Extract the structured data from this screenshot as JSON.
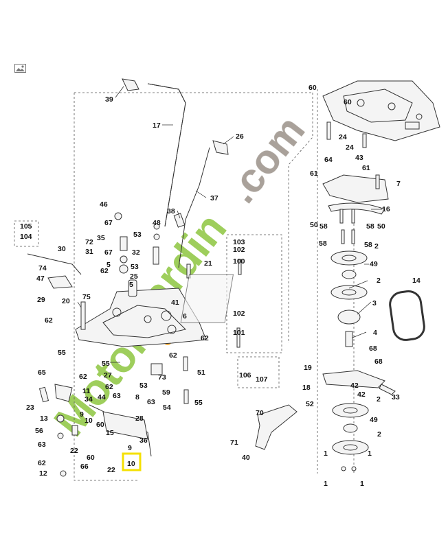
{
  "image_icon": "image-placeholder-icon",
  "watermark": {
    "brand": "Motorjardin",
    "tld": ".com",
    "colors": {
      "green": "#8dc63f",
      "orange": "#f5a623",
      "gray": "#9a9188"
    }
  },
  "highlight_color": "#f5e000",
  "highlighted_part": "10",
  "labels": [
    "60",
    "60",
    "39",
    "17",
    "26",
    "24",
    "24",
    "43",
    "64",
    "61",
    "61",
    "7",
    "16",
    "37",
    "38",
    "46",
    "67",
    "48",
    "35",
    "53",
    "32",
    "67",
    "5",
    "53",
    "25",
    "62",
    "5",
    "105",
    "104",
    "30",
    "72",
    "31",
    "74",
    "47",
    "29",
    "21",
    "103",
    "102",
    "100",
    "50",
    "58",
    "58",
    "50",
    "58",
    "58",
    "2",
    "49",
    "2",
    "14",
    "3",
    "20",
    "75",
    "62",
    "41",
    "6",
    "62",
    "102",
    "101",
    "4",
    "68",
    "68",
    "55",
    "62",
    "55",
    "51",
    "19",
    "65",
    "62",
    "27",
    "53",
    "73",
    "106",
    "107",
    "18",
    "42",
    "42",
    "33",
    "62",
    "59",
    "11",
    "34",
    "44",
    "63",
    "8",
    "63",
    "23",
    "9",
    "28",
    "54",
    "55",
    "52",
    "2",
    "13",
    "10",
    "70",
    "49",
    "56",
    "60",
    "15",
    "36",
    "71",
    "2",
    "63",
    "9",
    "22",
    "60",
    "40",
    "1",
    "1",
    "62",
    "22",
    "12",
    "66",
    "1",
    "1",
    "10"
  ]
}
